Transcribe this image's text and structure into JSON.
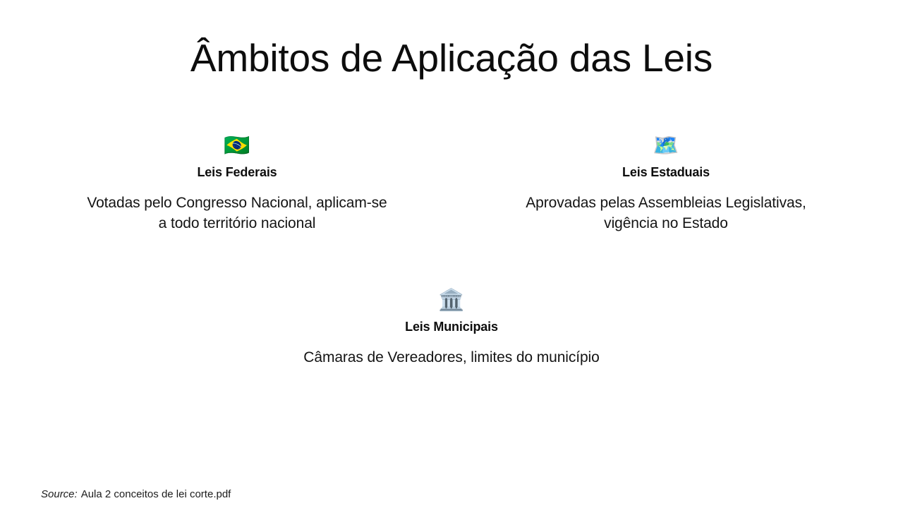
{
  "slide": {
    "title": "Âmbitos de Aplicação das Leis",
    "background_color": "#ffffff",
    "text_color": "#121212"
  },
  "cards": [
    {
      "icon": "🇧🇷",
      "icon_name": "brazil-flag-icon",
      "title": "Leis Federais",
      "description": "Votadas pelo Congresso Nacional, aplicam-se a todo território nacional"
    },
    {
      "icon": "🗺️",
      "icon_name": "world-map-icon",
      "title": "Leis Estaduais",
      "description": "Aprovadas pelas Assembleias Legislativas, vigência no Estado"
    },
    {
      "icon": "🏛️",
      "icon_name": "classical-building-icon",
      "title": "Leis Municipais",
      "description": "Câmaras de Vereadores, limites do município"
    }
  ],
  "footer": {
    "source_label": "Source:",
    "source_file": "Aula 2 conceitos de lei corte.pdf"
  }
}
